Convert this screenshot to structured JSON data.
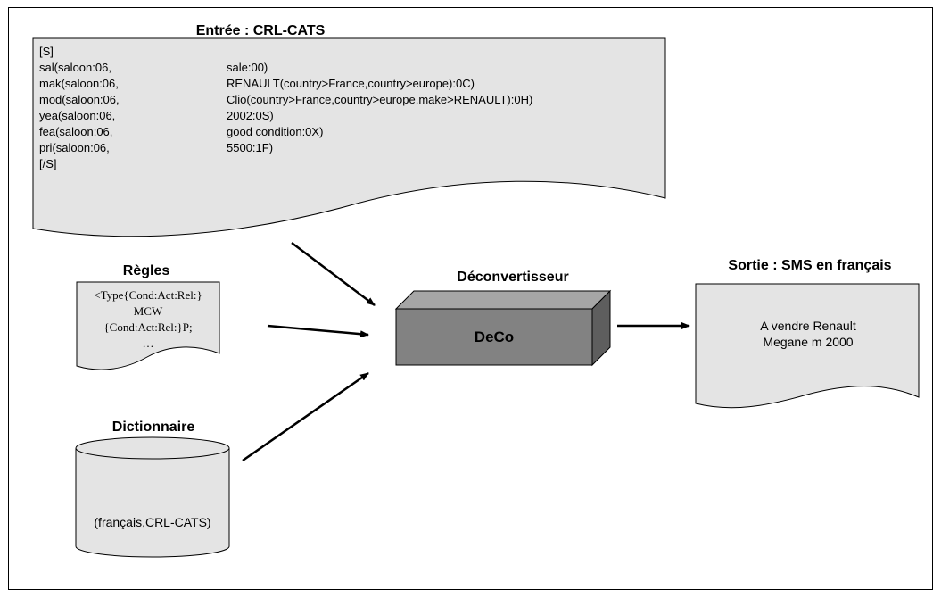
{
  "input_section": {
    "title": "Entrée : CRL-CATS",
    "open_tag": "[S]",
    "rows": [
      {
        "left": "sal(saloon:06,",
        "right": "sale:00)"
      },
      {
        "left": "mak(saloon:06,",
        "right": "RENAULT(country>France,country>europe):0C)"
      },
      {
        "left": "mod(saloon:06,",
        "right": "Clio(country>France,country>europe,make>RENAULT):0H)"
      },
      {
        "left": "yea(saloon:06,",
        "right": "2002:0S)"
      },
      {
        "left": "fea(saloon:06,",
        "right": "good condition:0X)"
      },
      {
        "left": "pri(saloon:06,",
        "right": "5500:1F)"
      }
    ],
    "close_tag": "[/S]"
  },
  "rules_section": {
    "title": "Règles",
    "lines": [
      "<Type{Cond:Act:Rel:}",
      "MCW",
      "{Cond:Act:Rel:}P;",
      "…"
    ]
  },
  "dictionary_section": {
    "title": "Dictionnaire",
    "label": "(français,CRL-CATS)"
  },
  "converter_section": {
    "title": "Déconvertisseur",
    "box_label": "DeCo"
  },
  "output_section": {
    "title": "Sortie : SMS en français",
    "lines": [
      "A vendre Renault",
      "Megane m 2000"
    ]
  },
  "colors": {
    "document_fill": "#e4e4e4",
    "box_front": "#828282",
    "box_top": "#a6a6a6",
    "box_side": "#5e5e5e",
    "stroke": "#000000"
  }
}
